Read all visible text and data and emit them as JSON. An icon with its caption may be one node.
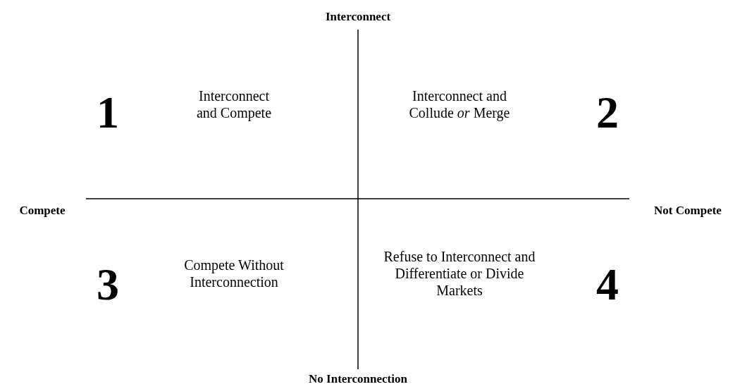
{
  "diagram": {
    "labels": [
      "Interconnect",
      "1",
      "Interconnect and Compete",
      "Interconnect and Collude *or* Merge",
      "2",
      "Compete",
      "Not Compete",
      "3",
      "Compete Without Interconnection",
      "Refuse to Interconnect and Differentiate or Divide Markets",
      "4",
      "No Interconnection"
    ]
  }
}
